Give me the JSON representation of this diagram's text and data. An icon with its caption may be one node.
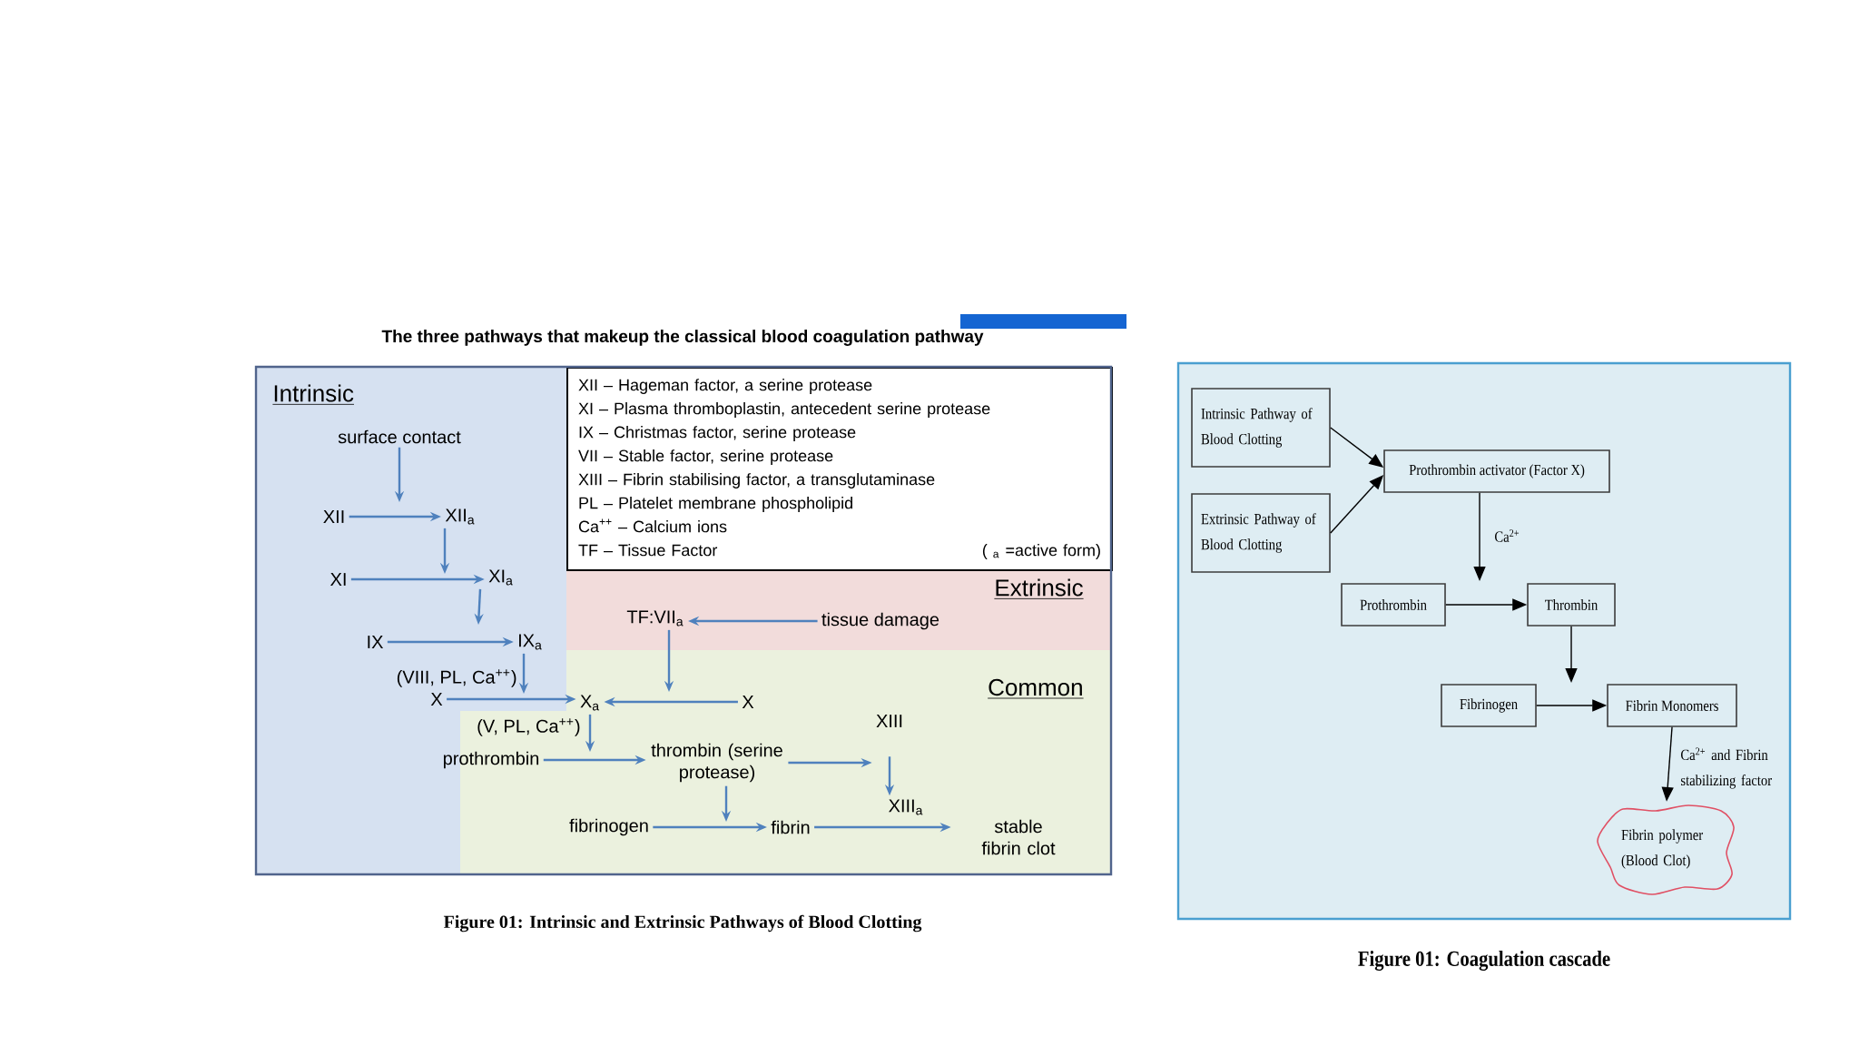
{
  "diagram": {
    "title": "The three pathways that makeup the classical blood coagulation pathway",
    "nodes": [
      {
        "text": [
          "Intrinsic"
        ]
      },
      {
        "text": [
          "XII – Hageman factor, a serine protease",
          "XI – Plasma thromboplastin, antecedent serine protease",
          "IX – Christmas factor, serine protease",
          "VII – Stable factor, serine protease",
          "XIII – Fibrin stabilising factor, a transglutaminase",
          "PL – Platelet membrane phospholipid",
          "Ca$^{++}$ – Calcium ions",
          "TF – Tissue Factor",
          "( $_{a}$ =active form)"
        ]
      },
      {
        "text": [
          "Extrinsic"
        ]
      },
      {
        "text": [
          "Common"
        ]
      },
      {
        "text": [
          "surface contact"
        ],
        "in": 0
      },
      {
        "text": [
          "XII"
        ],
        "in": 0
      },
      {
        "text": [
          "XII$_{a}$"
        ],
        "in": 0
      },
      {
        "text": [
          "XI"
        ],
        "in": 0
      },
      {
        "text": [
          "XI$_{a}$"
        ],
        "in": 0
      },
      {
        "text": [
          "IX"
        ],
        "in": 0
      },
      {
        "text": [
          "IX$_{a}$"
        ],
        "in": 0
      },
      {
        "text": [
          "X"
        ],
        "in": 0
      },
      {
        "text": [
          "X$_{a}$"
        ],
        "in": 3
      },
      {
        "text": [
          "X"
        ],
        "in": 3
      },
      {
        "text": [
          "TF:VII$_{a}$"
        ],
        "in": 2
      },
      {
        "text": [
          "tissue damage"
        ],
        "in": 2
      },
      {
        "text": [
          "prothrombin"
        ]
      },
      {
        "text": [
          "thrombin (serine protease)"
        ],
        "in": 3
      },
      {
        "text": [
          "XIII"
        ],
        "in": 3
      },
      {
        "text": [
          "XIII$_{a}$"
        ],
        "in": 3
      },
      {
        "text": [
          "fibrinogen"
        ],
        "in": 3
      },
      {
        "text": [
          "fibrin"
        ],
        "in": 3
      },
      {
        "text": [
          "stable fibrin clot"
        ],
        "in": 3
      },
      {
        "text": [
          "Intrinsic Pathway of Blood Clotting"
        ]
      },
      {
        "text": [
          "Extrinsic Pathway of Blood Clotting"
        ]
      },
      {
        "text": [
          "Prothrombin activator (Factor X)"
        ]
      },
      {
        "text": [
          "Prothrombin"
        ]
      },
      {
        "text": [
          "Thrombin"
        ]
      },
      {
        "text": [
          "Fibrinogen"
        ]
      },
      {
        "text": [
          "Fibrin Monomers"
        ]
      },
      {
        "text": [
          "Fibrin polymer (Blood Clot)"
        ]
      }
    ],
    "edges": [
      {
        "from": 4,
        "to": null,
        "arrow": "to"
      },
      {
        "from": 5,
        "to": 6,
        "arrow": "to"
      },
      {
        "from": 6,
        "to": null,
        "arrow": "to"
      },
      {
        "from": 7,
        "to": 8,
        "arrow": "to"
      },
      {
        "from": 8,
        "to": null,
        "arrow": "to"
      },
      {
        "from": 9,
        "to": 10,
        "arrow": "to"
      },
      {
        "from": 10,
        "to": null,
        "arrow": "to",
        "label": "(VIII, PL, Ca$^{++}$)"
      },
      {
        "from": 11,
        "to": 12,
        "arrow": "to"
      },
      {
        "from": 13,
        "to": 12,
        "arrow": "to"
      },
      {
        "from": 14,
        "to": null,
        "arrow": "to"
      },
      {
        "from": 15,
        "to": 14,
        "arrow": "to"
      },
      {
        "from": 12,
        "to": null,
        "arrow": "to",
        "label": "(V, PL, Ca$^{++}$)"
      },
      {
        "from": 16,
        "to": 17,
        "arrow": "to"
      },
      {
        "from": 17,
        "to": 18,
        "arrow": "to"
      },
      {
        "from": 18,
        "to": 19,
        "arrow": "to"
      },
      {
        "from": 17,
        "to": null,
        "arrow": "to"
      },
      {
        "from": 20,
        "to": 21,
        "arrow": "to"
      },
      {
        "from": 21,
        "to": 22,
        "arrow": "to"
      },
      {
        "from": 23,
        "to": 25,
        "arrow": "to",
        "color": "#000000"
      },
      {
        "from": 24,
        "to": 25,
        "arrow": "to",
        "color": "#000000"
      },
      {
        "from": 25,
        "to": null,
        "arrow": "to",
        "label": "Ca$^{2+}$",
        "color": "#000000"
      },
      {
        "from": 26,
        "to": 27,
        "arrow": "to",
        "color": "#000000"
      },
      {
        "from": 27,
        "to": null,
        "arrow": "to",
        "color": "#000000"
      },
      {
        "from": 28,
        "to": 29,
        "arrow": "to",
        "color": "#000000"
      },
      {
        "from": 29,
        "to": 30,
        "arrow": "to",
        "label": "Ca$^{2+}$ and Fibrin stabilizing factor",
        "color": "#000000"
      }
    ],
    "labels": [
      "Figure 01: Intrinsic and Extrinsic Pathways of Blood Clotting",
      "Figure 01: Coagulation cascade"
    ]
  }
}
